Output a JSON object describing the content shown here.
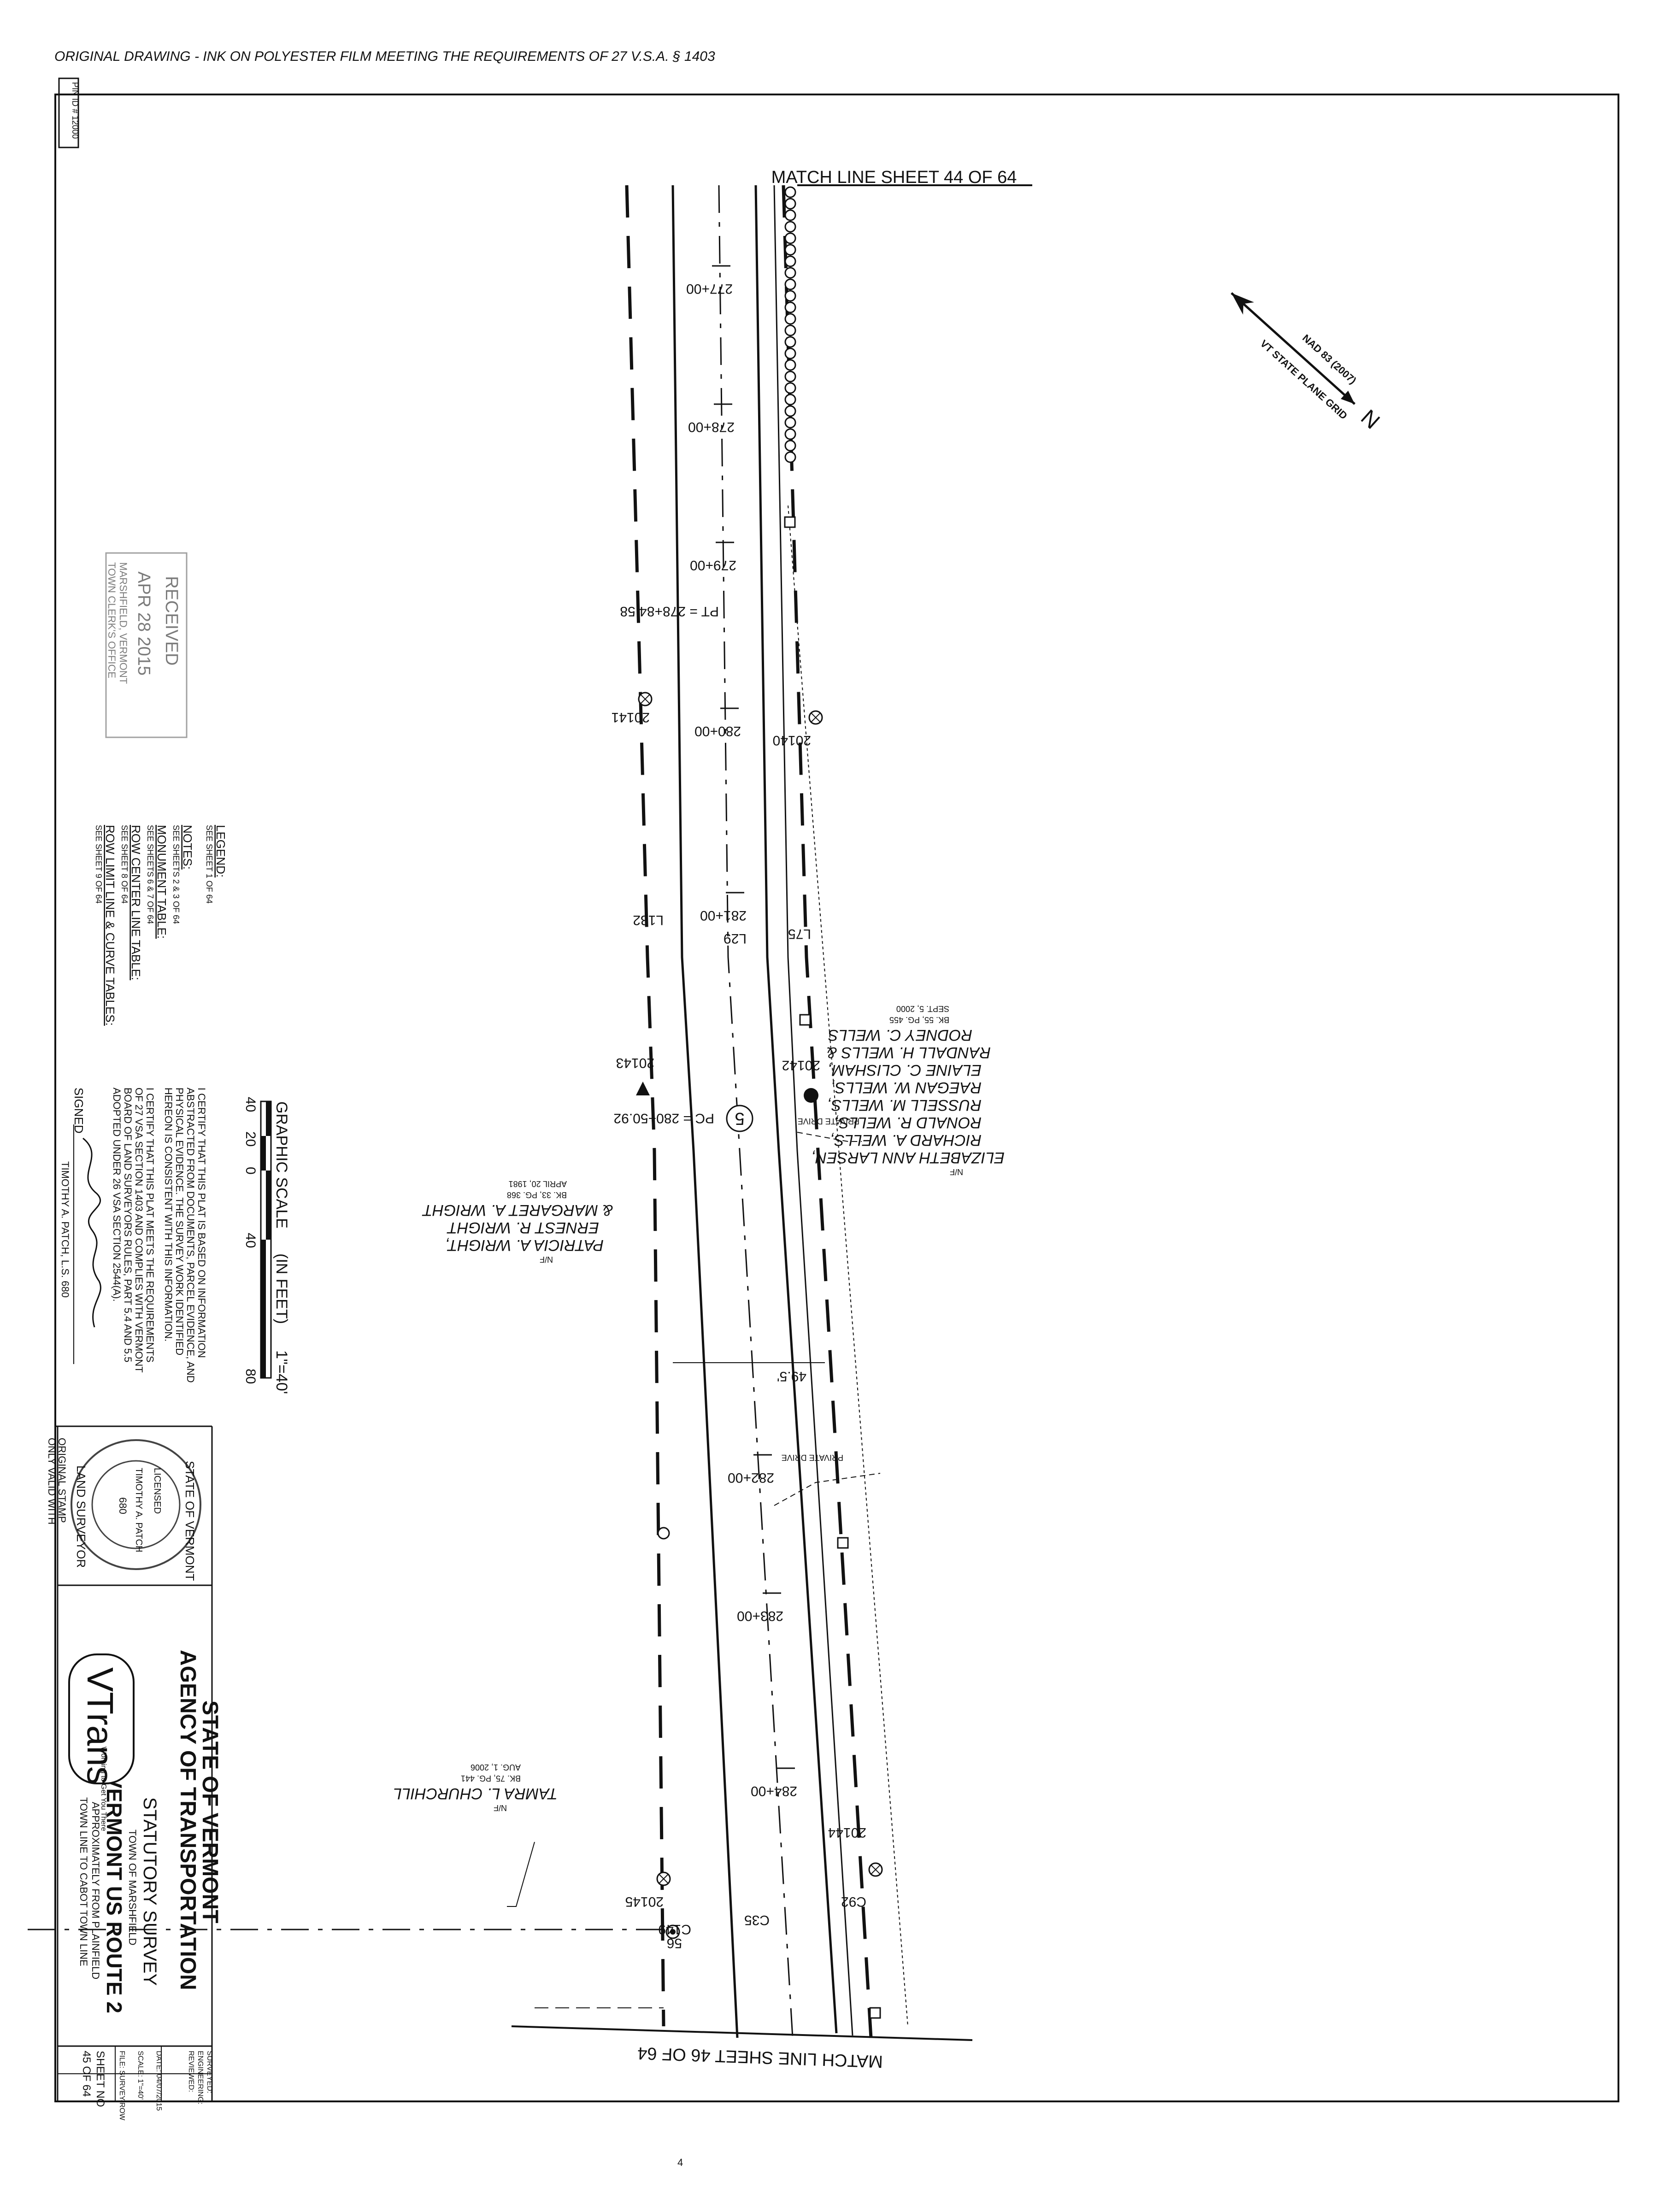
{
  "header": {
    "note": "ORIGINAL DRAWING - INK ON POLYESTER FILM MEETING THE REQUIREMENTS OF 27 V.S.A. § 1403"
  },
  "pin": "PIN ID # 12000",
  "match_lines": {
    "top": "MATCH LINE SHEET 44 OF 64",
    "bottom": "MATCH LINE SHEET 46 OF 64"
  },
  "north": {
    "datum": "NAD 83 (2007)",
    "grid": "VT STATE PLANE GRID",
    "letter": "N"
  },
  "stations": [
    "277+00",
    "278+00",
    "279+00",
    "280+00",
    "281+00",
    "282+00",
    "283+00",
    "284+00"
  ],
  "curve_points": {
    "pt": "PT = 278+84.58",
    "pc": "PC = 280+50.92"
  },
  "monuments": [
    "20140",
    "20141",
    "20142",
    "20143",
    "20144",
    "20145",
    "56"
  ],
  "line_labels": [
    "L75",
    "L29",
    "L132",
    "C92",
    "C35",
    "C149"
  ],
  "point_number": "5",
  "width_dim": "49.5'",
  "private_drive": "PRIVATE DRIVE",
  "owners": {
    "north": {
      "nf": "N/F",
      "lines": [
        "ELIZABETH ANN LARSEN,",
        "RICHARD A. WELLS,",
        "RONALD R. WELLS,",
        "RUSSELL M. WELLS,",
        "RAEGAN W. WELLS,",
        "ELAINE C. CLISHAM,",
        "RANDALL H. WELLS &",
        "RODNEY C. WELLS"
      ],
      "book": "BK. 55, PG. 455",
      "date": "SEPT. 5, 2000"
    },
    "south_west": {
      "nf": "N/F",
      "lines": [
        "PATRICIA A. WRIGHT,",
        "ERNEST R. WRIGHT",
        "& MARGARET A. WRIGHT"
      ],
      "book": "BK. 33, PG. 368",
      "date": "APRIL 20, 1981"
    },
    "south_east": {
      "nf": "N/F",
      "lines": [
        "TAMRA L. CHURCHILL"
      ],
      "book": "BK. 75, PG. 441",
      "date": "AUG. 1, 2006"
    }
  },
  "received_stamp": {
    "title": "RECEIVED",
    "date": "APR 28 2015",
    "office1": "MARSHFIELD, VERMONT",
    "office2": "TOWN CLERK'S OFFICE"
  },
  "legend": [
    {
      "heading": "LEGEND:",
      "ref": "SEE SHEET 1 OF 64"
    },
    {
      "heading": "NOTES:",
      "ref": "SEE SHEETS 2 & 3 OF 64"
    },
    {
      "heading": "MONUMENT TABLE:",
      "ref": "SEE SHEETS 6 & 7 OF 64"
    },
    {
      "heading": "ROW CENTER LINE TABLE:",
      "ref": "SEE SHEET 8 OF 64"
    },
    {
      "heading": "ROW LIMIT LINE & CURVE TABLES:",
      "ref": "SEE SHEET 9 OF 64"
    }
  ],
  "scale": {
    "title": "GRAPHIC SCALE",
    "units": "(IN FEET)",
    "ratio": "1\"=40'",
    "ticks": [
      "40",
      "20",
      "0",
      "40",
      "80"
    ]
  },
  "certification": {
    "lines": [
      "I CERTIFY THAT THIS PLAT IS BASED ON INFORMATION",
      "ABSTRACTED FROM DOCUMENTS, PARCEL EVIDENCE, AND",
      "PHYSICAL EVIDENCE. THE SURVEY WORK IDENTIFIED",
      "HEREON IS CONSISTENT WITH THIS INFORMATION.",
      "I CERTIFY THAT THIS PLAT MEETS THE REQUIREMENTS",
      "OF 27 VSA SECTION 1403 AND COMPLIES WITH VERMONT",
      "BOARD OF LAND SURVEYORS RULES, PART 5.4 AND 5.5",
      "ADOPTED UNDER 26 VSA SECTION 2544(A)."
    ],
    "signed_label": "SIGNED",
    "signer": "TIMOTHY A. PATCH, L.S. 680"
  },
  "seal": {
    "ring_top": "STATE OF VERMONT",
    "ring_bottom": "LAND SURVEYOR",
    "name": "TIMOTHY A. PATCH",
    "number": "680",
    "licensed": "LICENSED",
    "note1": "ONLY VALID WITH",
    "note2": "ORIGINAL STAMP"
  },
  "title_block": {
    "state": "STATE OF VERMONT",
    "agency": "AGENCY OF TRANSPORTATION",
    "logo": "VTrans",
    "logo_tag": "Working to Get You There",
    "survey_type": "STATUTORY SURVEY",
    "town": "TOWN OF MARSHFIELD",
    "project": "VERMONT US ROUTE 2",
    "desc1": "APPROXIMATELY FROM PLAINFIELD",
    "desc2": "TOWN LINE TO CABOT TOWN LINE",
    "cells": [
      "SURVEYED:",
      "ENGINEERING:",
      "REVIEWED:",
      "DATE: 04/07/2015",
      "SCALE: 1\"=40'",
      "FILE: SURVEY-ROW",
      "SHEET NO",
      "45 OF 64"
    ]
  },
  "page_mark": "4"
}
